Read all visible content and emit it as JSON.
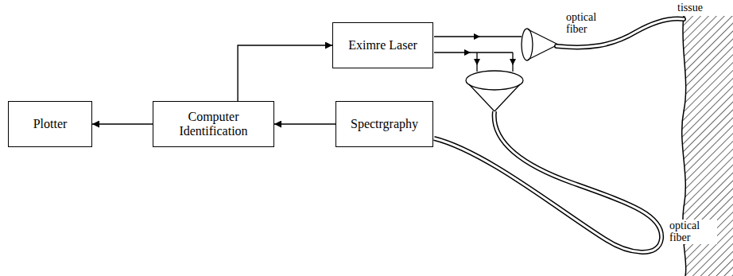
{
  "diagram": {
    "nodes": [
      {
        "text": [
          "Eximre Laser"
        ]
      },
      {
        "text": [
          "Plotter"
        ]
      },
      {
        "text": [
          "Computer Identification"
        ]
      },
      {
        "text": [
          "Spectrgraphy"
        ]
      }
    ],
    "edges": [
      {
        "from": 2,
        "to": 0,
        "arrow": "to"
      },
      {
        "from": 3,
        "to": 2,
        "arrow": "to"
      },
      {
        "from": 2,
        "to": 1,
        "arrow": "to"
      }
    ],
    "labels": [
      "tissue",
      "optical fiber",
      "optical fiber"
    ]
  }
}
